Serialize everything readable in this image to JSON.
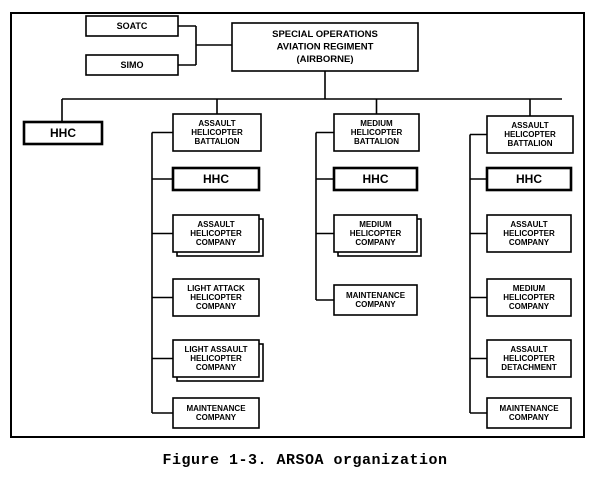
{
  "diagram": {
    "top_left": [
      {
        "id": "soatc",
        "label": "SOATC"
      },
      {
        "id": "simo",
        "label": "SIMO"
      }
    ],
    "root": [
      "SPECIAL OPERATIONS",
      "AVIATION REGIMENT",
      "(AIRBORNE)"
    ],
    "hhc_top": "HHC",
    "columns": [
      {
        "id": "left",
        "head": [
          "ASSAULT",
          "HELICOPTER",
          "BATTALION"
        ],
        "children": [
          {
            "lines": [
              "HHC"
            ],
            "kind": "hhc"
          },
          {
            "lines": [
              "ASSAULT",
              "HELICOPTER",
              "COMPANY"
            ],
            "stacked": true
          },
          {
            "lines": [
              "LIGHT ATTACK",
              "HELICOPTER",
              "COMPANY"
            ]
          },
          {
            "lines": [
              "LIGHT ASSAULT",
              "HELICOPTER",
              "COMPANY"
            ],
            "stacked": true
          },
          {
            "lines": [
              "MAINTENANCE",
              "COMPANY"
            ]
          }
        ]
      },
      {
        "id": "mid",
        "head": [
          "MEDIUM",
          "HELICOPTER",
          "BATTALION"
        ],
        "children": [
          {
            "lines": [
              "HHC"
            ],
            "kind": "hhc"
          },
          {
            "lines": [
              "MEDIUM",
              "HELICOPTER",
              "COMPANY"
            ],
            "stacked": true
          },
          {
            "lines": [
              "MAINTENANCE",
              "COMPANY"
            ]
          }
        ]
      },
      {
        "id": "right",
        "head": [
          "ASSAULT",
          "HELICOPTER",
          "BATTALION"
        ],
        "children": [
          {
            "lines": [
              "HHC"
            ],
            "kind": "hhc"
          },
          {
            "lines": [
              "ASSAULT",
              "HELICOPTER",
              "COMPANY"
            ]
          },
          {
            "lines": [
              "MEDIUM",
              "HELICOPTER",
              "COMPANY"
            ]
          },
          {
            "lines": [
              "ASSAULT",
              "HELICOPTER",
              "DETACHMENT"
            ]
          },
          {
            "lines": [
              "MAINTENANCE",
              "COMPANY"
            ]
          }
        ]
      }
    ]
  },
  "caption": "Figure 1-3.   ARSOA organization",
  "colors": {
    "ink": "#000000",
    "paper": "#ffffff"
  }
}
